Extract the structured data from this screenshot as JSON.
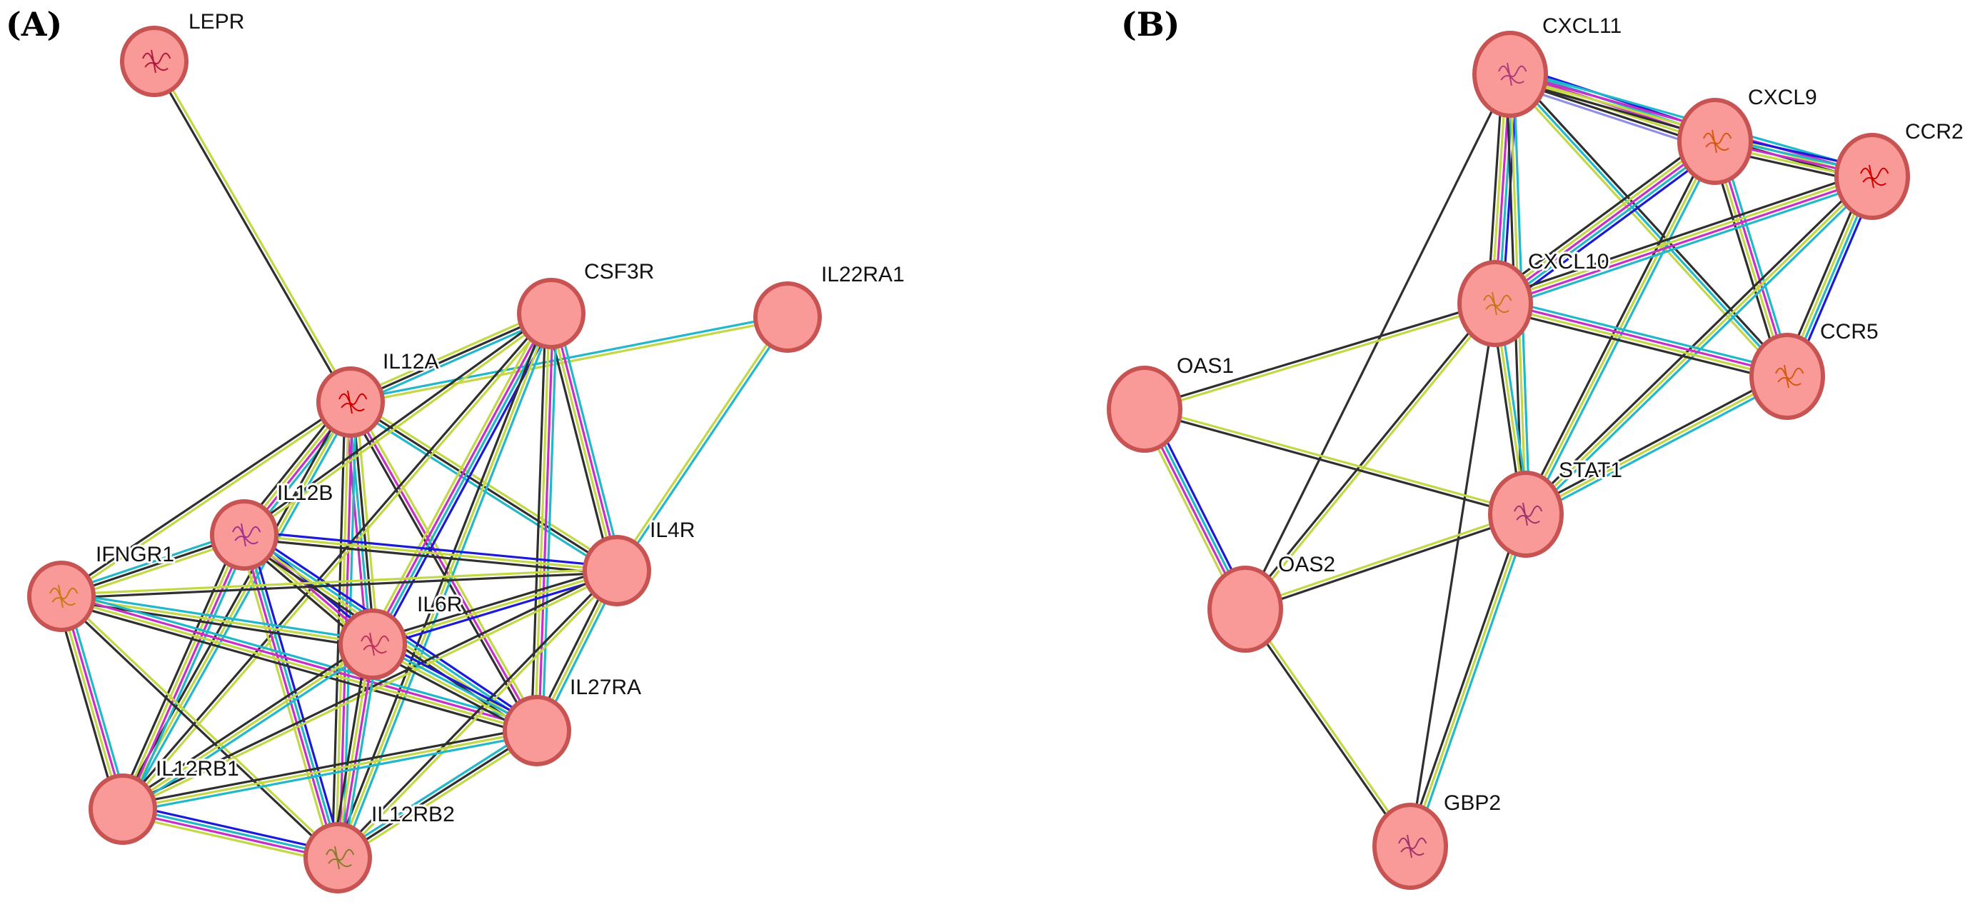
{
  "panels": [
    {
      "id": "A",
      "label": "(A)",
      "nodes": [
        {
          "id": "LEPR",
          "label": "LEPR",
          "structure": true,
          "glyph_color": "#b01a3c"
        },
        {
          "id": "CSF3R",
          "label": "CSF3R",
          "structure": false
        },
        {
          "id": "IL22RA1",
          "label": "IL22RA1",
          "structure": false
        },
        {
          "id": "IL12A",
          "label": "IL12A",
          "structure": true,
          "glyph_color": "#d10000"
        },
        {
          "id": "IL12B",
          "label": "IL12B",
          "structure": true,
          "glyph_color": "#a3338c"
        },
        {
          "id": "IFNGR1",
          "label": "IFNGR1",
          "structure": true,
          "glyph_color": "#c97a12"
        },
        {
          "id": "IL4R",
          "label": "IL4R",
          "structure": false
        },
        {
          "id": "IL6R",
          "label": "IL6R",
          "structure": true,
          "glyph_color": "#c0335a"
        },
        {
          "id": "IL27RA",
          "label": "IL27RA",
          "structure": false
        },
        {
          "id": "IL12RB1",
          "label": "IL12RB1",
          "structure": false
        },
        {
          "id": "IL12RB2",
          "label": "IL12RB2",
          "structure": true,
          "glyph_color": "#8a7a2a"
        }
      ],
      "edges": [
        {
          "s": "LEPR",
          "t": "IL12A",
          "types": [
            "text",
            "coexp"
          ]
        },
        {
          "s": "IL12A",
          "t": "CSF3R",
          "types": [
            "text",
            "coexp",
            "db"
          ]
        },
        {
          "s": "IL12A",
          "t": "IL22RA1",
          "types": [
            "db",
            "text"
          ]
        },
        {
          "s": "IL12A",
          "t": "IL12B",
          "types": [
            "db",
            "exp",
            "text",
            "coexp"
          ]
        },
        {
          "s": "IL12A",
          "t": "IFNGR1",
          "types": [
            "text",
            "coexp"
          ]
        },
        {
          "s": "IL12A",
          "t": "IL4R",
          "types": [
            "text",
            "coexp",
            "db"
          ]
        },
        {
          "s": "IL12A",
          "t": "IL6R",
          "types": [
            "text",
            "coexp",
            "db",
            "exp"
          ]
        },
        {
          "s": "IL12A",
          "t": "IL27RA",
          "types": [
            "text",
            "exp",
            "coexp"
          ]
        },
        {
          "s": "IL12A",
          "t": "IL12RB1",
          "types": [
            "db",
            "text",
            "coexp"
          ]
        },
        {
          "s": "IL12A",
          "t": "IL12RB2",
          "types": [
            "db",
            "exp",
            "text",
            "coexp"
          ]
        },
        {
          "s": "CSF3R",
          "t": "IL12B",
          "types": [
            "text",
            "coexp"
          ]
        },
        {
          "s": "CSF3R",
          "t": "IL4R",
          "types": [
            "db",
            "exp",
            "text",
            "coexp"
          ]
        },
        {
          "s": "CSF3R",
          "t": "IL6R",
          "types": [
            "homo",
            "db",
            "exp",
            "text"
          ]
        },
        {
          "s": "CSF3R",
          "t": "IL27RA",
          "types": [
            "db",
            "exp",
            "text",
            "coexp"
          ]
        },
        {
          "s": "CSF3R",
          "t": "IL12RB1",
          "types": [
            "text",
            "coexp"
          ]
        },
        {
          "s": "CSF3R",
          "t": "IL12RB2",
          "types": [
            "db",
            "text",
            "coexp"
          ]
        },
        {
          "s": "IL22RA1",
          "t": "IL4R",
          "types": [
            "db",
            "text"
          ]
        },
        {
          "s": "IL12B",
          "t": "IFNGR1",
          "types": [
            "text",
            "coexp",
            "db"
          ]
        },
        {
          "s": "IL12B",
          "t": "IL4R",
          "types": [
            "homo",
            "text",
            "coexp"
          ]
        },
        {
          "s": "IL12B",
          "t": "IL6R",
          "types": [
            "homo",
            "exp",
            "text",
            "coexp"
          ]
        },
        {
          "s": "IL12B",
          "t": "IL27RA",
          "types": [
            "homo",
            "db",
            "text",
            "coexp"
          ]
        },
        {
          "s": "IL12B",
          "t": "IL12RB1",
          "types": [
            "db",
            "exp",
            "text",
            "coexp"
          ]
        },
        {
          "s": "IL12B",
          "t": "IL12RB2",
          "types": [
            "homo",
            "db",
            "exp",
            "text"
          ]
        },
        {
          "s": "IFNGR1",
          "t": "IL4R",
          "types": [
            "text",
            "coexp"
          ]
        },
        {
          "s": "IFNGR1",
          "t": "IL6R",
          "types": [
            "db",
            "text",
            "coexp"
          ]
        },
        {
          "s": "IFNGR1",
          "t": "IL27RA",
          "types": [
            "db",
            "exp",
            "text",
            "coexp"
          ]
        },
        {
          "s": "IFNGR1",
          "t": "IL12RB1",
          "types": [
            "db",
            "exp",
            "text",
            "coexp"
          ]
        },
        {
          "s": "IFNGR1",
          "t": "IL12RB2",
          "types": [
            "text",
            "coexp"
          ]
        },
        {
          "s": "IL4R",
          "t": "IL6R",
          "types": [
            "homo",
            "text",
            "coexp"
          ]
        },
        {
          "s": "IL4R",
          "t": "IL27RA",
          "types": [
            "db",
            "text",
            "coexp"
          ]
        },
        {
          "s": "IL4R",
          "t": "IL12RB1",
          "types": [
            "text",
            "coexp"
          ]
        },
        {
          "s": "IL4R",
          "t": "IL12RB2",
          "types": [
            "text",
            "coexp"
          ]
        },
        {
          "s": "IL6R",
          "t": "IL27RA",
          "types": [
            "homo",
            "db",
            "text",
            "coexp"
          ]
        },
        {
          "s": "IL6R",
          "t": "IL12RB1",
          "types": [
            "db",
            "text",
            "coexp"
          ]
        },
        {
          "s": "IL6R",
          "t": "IL12RB2",
          "types": [
            "db",
            "exp",
            "text",
            "coexp"
          ]
        },
        {
          "s": "IL27RA",
          "t": "IL12RB1",
          "types": [
            "db",
            "text",
            "coexp"
          ]
        },
        {
          "s": "IL27RA",
          "t": "IL12RB2",
          "types": [
            "text",
            "coexp",
            "db"
          ]
        },
        {
          "s": "IL12RB1",
          "t": "IL12RB2",
          "types": [
            "homo",
            "db",
            "exp",
            "text"
          ]
        }
      ]
    },
    {
      "id": "B",
      "label": "(B)",
      "nodes": [
        {
          "id": "CXCL11",
          "label": "CXCL11",
          "structure": true,
          "glyph_color": "#b03a7a"
        },
        {
          "id": "CXCL9",
          "label": "CXCL9",
          "structure": true,
          "glyph_color": "#d35a10"
        },
        {
          "id": "CCR2",
          "label": "CCR2",
          "structure": true,
          "glyph_color": "#d10000"
        },
        {
          "id": "CXCL10",
          "label": "CXCL10",
          "structure": true,
          "glyph_color": "#c8781a"
        },
        {
          "id": "CCR5",
          "label": "CCR5",
          "structure": true,
          "glyph_color": "#d35a10"
        },
        {
          "id": "OAS1",
          "label": "OAS1",
          "structure": false
        },
        {
          "id": "STAT1",
          "label": "STAT1",
          "structure": true,
          "glyph_color": "#a3336c"
        },
        {
          "id": "OAS2",
          "label": "OAS2",
          "structure": false
        },
        {
          "id": "GBP2",
          "label": "GBP2",
          "structure": true,
          "glyph_color": "#a3336c"
        }
      ],
      "edges": [
        {
          "s": "CXCL11",
          "t": "CXCL9",
          "types": [
            "homo",
            "db",
            "exp",
            "text",
            "coexp",
            "neigh"
          ]
        },
        {
          "s": "CXCL11",
          "t": "CCR2",
          "types": [
            "db",
            "exp",
            "text",
            "coexp"
          ]
        },
        {
          "s": "CXCL11",
          "t": "CXCL10",
          "types": [
            "homo",
            "db",
            "exp",
            "text",
            "coexp"
          ]
        },
        {
          "s": "CXCL11",
          "t": "CCR5",
          "types": [
            "coexp",
            "db",
            "text"
          ]
        },
        {
          "s": "CXCL11",
          "t": "STAT1",
          "types": [
            "db",
            "text",
            "coexp"
          ]
        },
        {
          "s": "CXCL11",
          "t": "OAS2",
          "types": [
            "coexp"
          ]
        },
        {
          "s": "CXCL9",
          "t": "CCR2",
          "types": [
            "homo",
            "db",
            "exp",
            "text",
            "coexp"
          ]
        },
        {
          "s": "CXCL9",
          "t": "CXCL10",
          "types": [
            "homo",
            "db",
            "exp",
            "text",
            "coexp"
          ]
        },
        {
          "s": "CXCL9",
          "t": "CCR5",
          "types": [
            "db",
            "exp",
            "text",
            "coexp"
          ]
        },
        {
          "s": "CXCL9",
          "t": "STAT1",
          "types": [
            "db",
            "text",
            "coexp"
          ]
        },
        {
          "s": "CCR2",
          "t": "CXCL10",
          "types": [
            "db",
            "exp",
            "text",
            "coexp"
          ]
        },
        {
          "s": "CCR2",
          "t": "CCR5",
          "types": [
            "homo",
            "db",
            "text",
            "coexp"
          ]
        },
        {
          "s": "CCR2",
          "t": "STAT1",
          "types": [
            "db",
            "text",
            "coexp"
          ]
        },
        {
          "s": "CXCL10",
          "t": "CCR5",
          "types": [
            "db",
            "exp",
            "text",
            "coexp"
          ]
        },
        {
          "s": "CXCL10",
          "t": "STAT1",
          "types": [
            "db",
            "text",
            "coexp"
          ]
        },
        {
          "s": "CXCL10",
          "t": "OAS1",
          "types": [
            "text",
            "coexp"
          ]
        },
        {
          "s": "CXCL10",
          "t": "OAS2",
          "types": [
            "text",
            "coexp"
          ]
        },
        {
          "s": "CXCL10",
          "t": "GBP2",
          "types": [
            "coexp"
          ]
        },
        {
          "s": "CCR5",
          "t": "STAT1",
          "types": [
            "db",
            "text",
            "coexp"
          ]
        },
        {
          "s": "OAS1",
          "t": "STAT1",
          "types": [
            "text",
            "coexp"
          ]
        },
        {
          "s": "OAS1",
          "t": "OAS2",
          "types": [
            "homo",
            "db",
            "exp",
            "text"
          ]
        },
        {
          "s": "OAS2",
          "t": "STAT1",
          "types": [
            "text",
            "coexp"
          ]
        },
        {
          "s": "OAS2",
          "t": "GBP2",
          "types": [
            "text",
            "coexp"
          ]
        },
        {
          "s": "STAT1",
          "t": "GBP2",
          "types": [
            "db",
            "text",
            "coexp"
          ]
        }
      ]
    }
  ],
  "edge_colors": {
    "text": "#c3d844",
    "coexp": "#2f2f2f",
    "db": "#22b8c9",
    "exp": "#c630c6",
    "homo": "#1a1ad8",
    "neigh": "#8f8fe6"
  },
  "node_fill": "#f99a99",
  "node_stroke": "#c85353"
}
